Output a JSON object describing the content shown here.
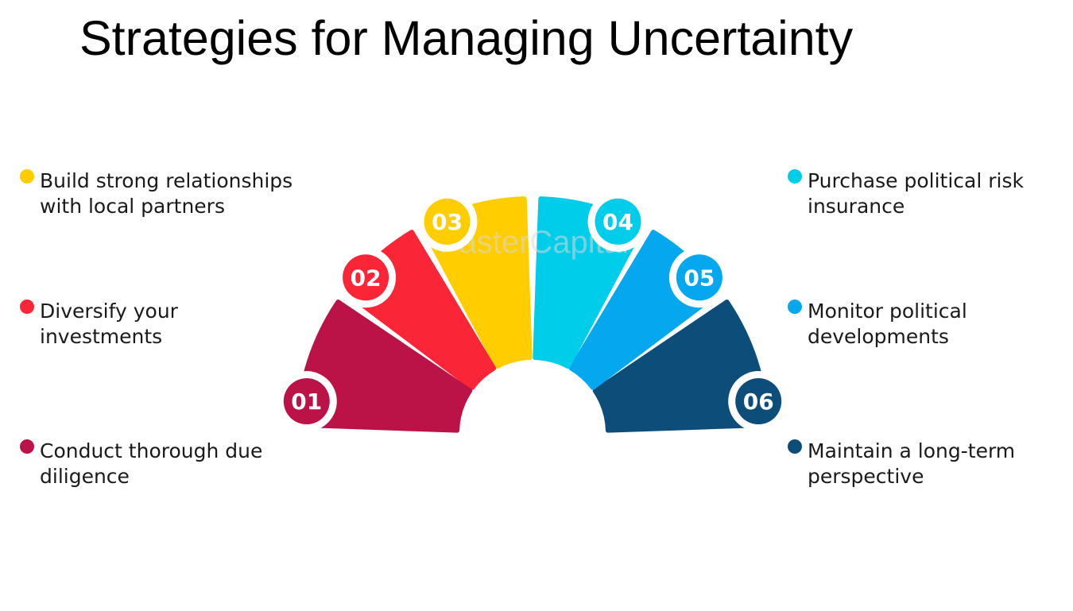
{
  "title": "Strategies for Managing Uncertainty",
  "watermark": "FasterCapital",
  "colors": {
    "s01": "#bb1348",
    "s02": "#fa2638",
    "s03": "#ffcd00",
    "s04": "#00cde9",
    "s05": "#05a7ef",
    "s06": "#0c4d7a"
  },
  "segments": [
    {
      "number": "01",
      "label": "Conduct thorough due diligence"
    },
    {
      "number": "02",
      "label": "Diversify your investments"
    },
    {
      "number": "03",
      "label": "Build strong relationships with local partners"
    },
    {
      "number": "04",
      "label": "Purchase political risk insurance"
    },
    {
      "number": "05",
      "label": "Monitor political developments"
    },
    {
      "number": "06",
      "label": "Maintain a long-term perspective"
    }
  ]
}
